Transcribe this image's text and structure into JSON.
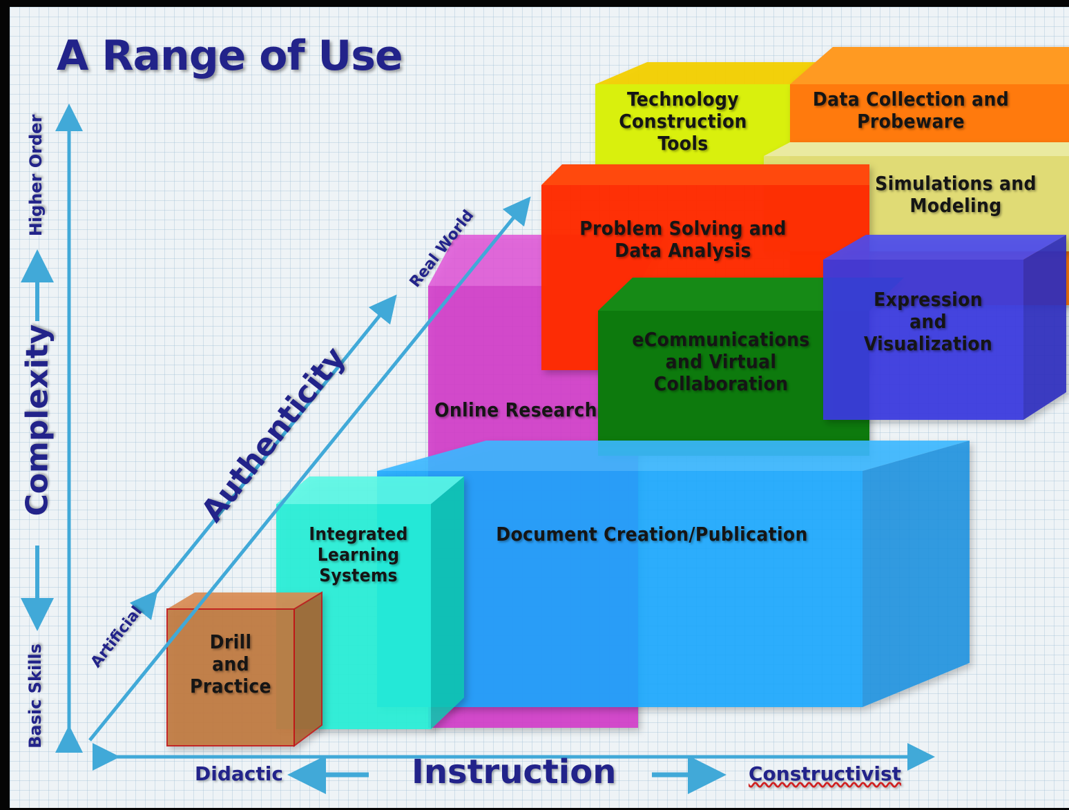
{
  "title": "A Range of Use",
  "axes": {
    "vertical": {
      "label": "Complexity",
      "bottom": "Basic Skills",
      "top": "Higher Order"
    },
    "horizontal": {
      "label": "Instruction",
      "left": "Didactic",
      "right": "Constructivist"
    },
    "diagonal": {
      "label": "Authenticity",
      "low": "Artificial",
      "high": "Real World"
    }
  },
  "boxes": {
    "technology_construction_tools": {
      "label": "Technology\nConstruction\nTools",
      "color": "#d9f00a"
    },
    "data_collection_probeware": {
      "label": "Data Collection and\nProbeware",
      "color": "#ff7a10"
    },
    "simulations_modeling": {
      "label": "Simulations and\nModeling",
      "color": "#e0e07a"
    },
    "problem_solving": {
      "label": "Problem Solving and\nData Analysis",
      "color": "#ff2a00"
    },
    "online_research": {
      "label": "Online Research",
      "color": "#d23ac8"
    },
    "ecommunications": {
      "label": "eCommunications\nand Virtual\nCollaboration",
      "color": "#0e7a10"
    },
    "expression_visualization": {
      "label": "Expression\nand\nVisualization",
      "color": "#3a3adf"
    },
    "document_creation": {
      "label": "Document Creation/Publication",
      "color": "#1aa8ff"
    },
    "integrated_learning": {
      "label": "Integrated\nLearning\nSystems",
      "color": "#22f0d6"
    },
    "drill_practice": {
      "label": "Drill\nand\nPractice",
      "color": "#c07a40"
    }
  },
  "colors": {
    "arrow": "#41a9d8",
    "text_dark": "#151515",
    "title": "#22238a"
  }
}
